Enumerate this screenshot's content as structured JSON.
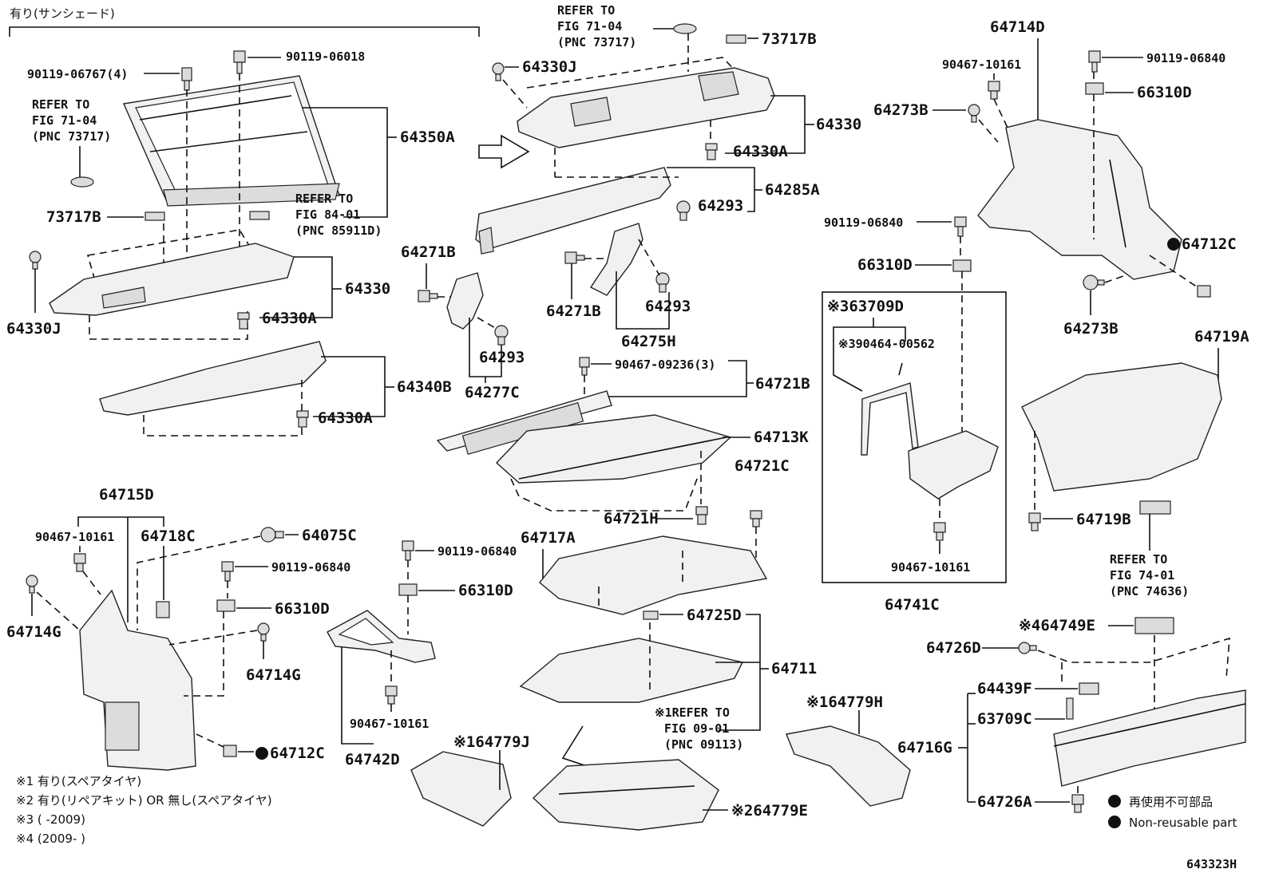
{
  "header": {
    "sunshade_note": "有り(サンシェード)"
  },
  "callouts": {
    "refer_71_04_left": [
      "REFER TO",
      "FIG 71-04",
      "(PNC 73717)"
    ],
    "refer_71_04_top": [
      "REFER TO",
      "FIG 71-04",
      "(PNC 73717)"
    ],
    "refer_84_01": [
      "REFER TO",
      "FIG 84-01",
      "(PNC 85911D)"
    ],
    "refer_09_01": [
      "※1REFER TO",
      "FIG 09-01",
      "(PNC 09113)"
    ],
    "refer_74_01": [
      "REFER TO",
      "FIG 74-01",
      "(PNC 74636)"
    ]
  },
  "parts": {
    "p90119_06767": "90119-06767(4)",
    "p90119_06018": "90119-06018",
    "p64350A": "64350A",
    "p73717B_l": "73717B",
    "p64330_l": "64330",
    "p64330J_l": "64330J",
    "p64330A_l1": "64330A",
    "p64340B": "64340B",
    "p64330A_l2": "64330A",
    "p64330J_t": "64330J",
    "p73717B_t": "73717B",
    "p64330_t": "64330",
    "p64330A_t": "64330A",
    "p64285A": "64285A",
    "p64293_a": "64293",
    "p64271B_a": "64271B",
    "p64271B_b": "64271B",
    "p64293_b": "64293",
    "p64275H": "64275H",
    "p64293_c": "64293",
    "p64277C": "64277C",
    "p90467_09236": "90467-09236(3)",
    "p64721B": "64721B",
    "p64713K": "64713K",
    "p64721C": "64721C",
    "p64721H": "64721H",
    "p64717A": "64717A",
    "p64725D": "64725D",
    "p64711": "64711",
    "p64779H": "※164779H",
    "p64779J": "※164779J",
    "p64779E": "※264779E",
    "p64714D": "64714D",
    "p90467_10161_r": "90467-10161",
    "p90119_06840_r1": "90119-06840",
    "p64273B_a": "64273B",
    "p66310D_r1": "66310D",
    "p90119_06840_r2": "90119-06840",
    "p66310D_r2": "66310D",
    "p64712C_r": "64712C",
    "p64273B_b": "64273B",
    "p63709D": "※363709D",
    "p90464_00562": "※390464-00562",
    "p90467_10161_box": "90467-10161",
    "p64741C": "64741C",
    "p64719A": "64719A",
    "p64719B": "64719B",
    "p64749E": "※464749E",
    "p64726D": "64726D",
    "p64439F": "64439F",
    "p63709C": "63709C",
    "p64716G": "64716G",
    "p64726A": "64726A",
    "p64715D": "64715D",
    "p90467_10161_l": "90467-10161",
    "p64718C": "64718C",
    "p64075C": "64075C",
    "p90119_06840_l": "90119-06840",
    "p66310D_l": "66310D",
    "p64714G_a": "64714G",
    "p64714G_b": "64714G",
    "p64712C_l": "64712C",
    "p90119_06840_m": "90119-06840",
    "p66310D_m": "66310D",
    "p90467_10161_m": "90467-10161",
    "p64742D": "64742D"
  },
  "notes": [
    "※1 有り(スペアタイヤ)",
    "※2 有り(リペアキット) OR 無し(スペアタイヤ)",
    "※3 (      -2009)",
    "※4 (2009-      )"
  ],
  "legend": {
    "jp": "再使用不可部品",
    "en": "Non-reusable part"
  },
  "diagram_id": "643323H"
}
